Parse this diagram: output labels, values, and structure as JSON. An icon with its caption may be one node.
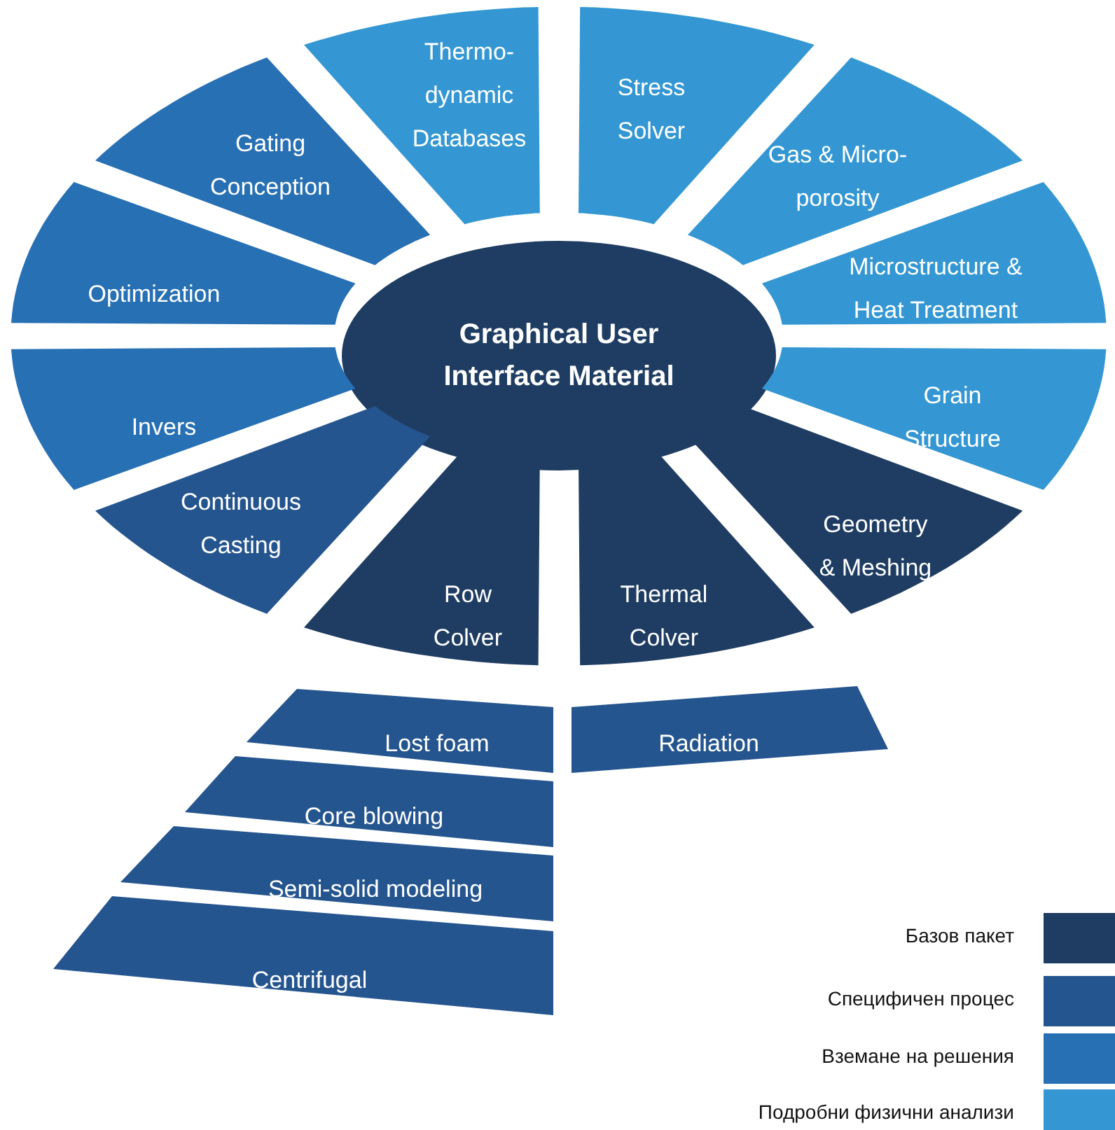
{
  "diagram": {
    "nodes": [
      {
        "text": [
          "Graphical User Interface Material"
        ]
      },
      {
        "text": [
          "Thermo-dynamic Databases"
        ]
      },
      {
        "text": [
          "Stress Solver"
        ]
      },
      {
        "text": [
          "Gas & Micro-porosity"
        ]
      },
      {
        "text": [
          "Gating Conception"
        ]
      },
      {
        "text": [
          "Optimization"
        ]
      },
      {
        "text": [
          "Microstructure & Heat Treatment"
        ]
      },
      {
        "text": [
          "Invers"
        ]
      },
      {
        "text": [
          "Grain Structure"
        ]
      },
      {
        "text": [
          "Geometry & Meshing"
        ]
      },
      {
        "text": [
          "Continuous Casting"
        ]
      },
      {
        "text": [
          "Row Colver"
        ]
      },
      {
        "text": [
          "Thermal Colver"
        ]
      },
      {
        "text": [
          "Lost foam"
        ]
      },
      {
        "text": [
          "Radiation"
        ]
      },
      {
        "text": [
          "Core blowing"
        ]
      },
      {
        "text": [
          "Semi-solid modeling"
        ]
      },
      {
        "text": [
          "Centrifugal"
        ]
      }
    ],
    "edges": [],
    "legend": [
      {
        "text": "Базов пакет",
        "color": "#1f3d63"
      },
      {
        "text": "Специфичен процес",
        "color": "#25558f"
      },
      {
        "text": "Вземане на решения",
        "color": "#2770b4"
      },
      {
        "text": "Подробни физични анализи",
        "color": "#3497d3"
      }
    ]
  }
}
